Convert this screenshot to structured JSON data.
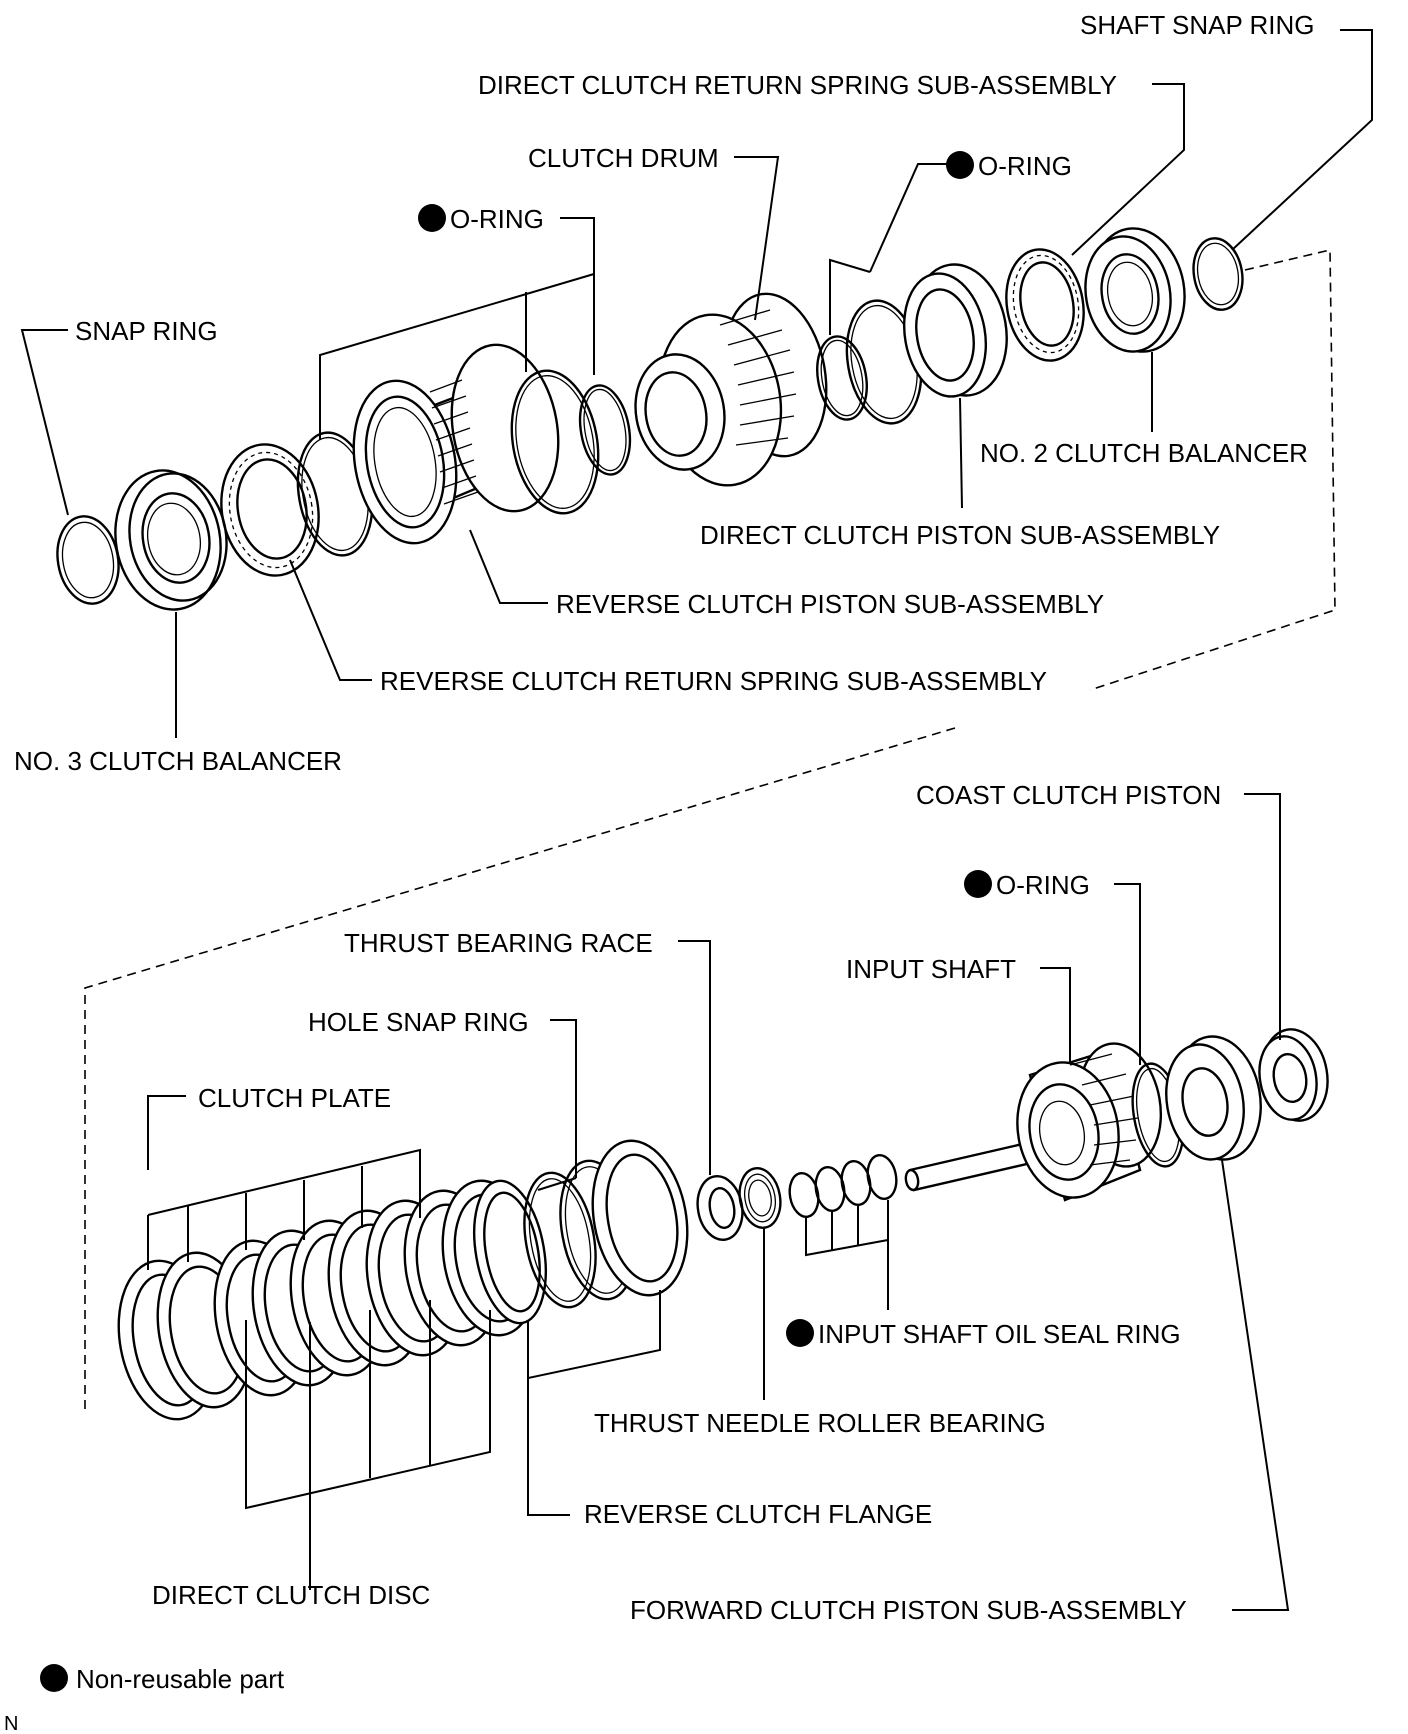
{
  "labels": {
    "shaft_snap_ring": "SHAFT SNAP RING",
    "direct_clutch_return_spring": "DIRECT CLUTCH RETURN SPRING SUB-ASSEMBLY",
    "clutch_drum": "CLUTCH DRUM",
    "o_ring_upper_right": "O-RING",
    "o_ring_upper_left": "O-RING",
    "snap_ring": "SNAP RING",
    "no2_clutch_balancer": "NO. 2 CLUTCH BALANCER",
    "direct_clutch_piston": "DIRECT CLUTCH PISTON SUB-ASSEMBLY",
    "reverse_clutch_piston": "REVERSE CLUTCH PISTON SUB-ASSEMBLY",
    "reverse_clutch_return_spring": "REVERSE CLUTCH RETURN SPRING SUB-ASSEMBLY",
    "no3_clutch_balancer": "NO. 3 CLUTCH BALANCER",
    "coast_clutch_piston": "COAST CLUTCH PISTON",
    "o_ring_lower": "O-RING",
    "thrust_bearing_race": "THRUST BEARING RACE",
    "input_shaft": "INPUT SHAFT",
    "hole_snap_ring": "HOLE SNAP RING",
    "clutch_plate": "CLUTCH PLATE",
    "input_shaft_oil_seal_ring": "INPUT SHAFT OIL SEAL RING",
    "thrust_needle_roller_bearing": "THRUST NEEDLE ROLLER BEARING",
    "reverse_clutch_flange": "REVERSE CLUTCH FLANGE",
    "direct_clutch_disc": "DIRECT CLUTCH DISC",
    "forward_clutch_piston": "FORWARD CLUTCH PISTON SUB-ASSEMBLY"
  },
  "legend": {
    "non_reusable": "Non-reusable part"
  },
  "corner_mark": "N"
}
